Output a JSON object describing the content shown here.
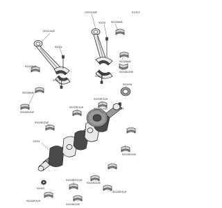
{
  "figure_id": "E1321",
  "labels": {
    "rod_left": "13251/A/B",
    "rod_right": "13251/A/B",
    "nut_left": "92001",
    "nut_right": "92001",
    "bolt_left": "92015",
    "bolt_right": "92015",
    "bearing_rl_top": "92028A/B",
    "bearing_rr_top1": "92028A/B",
    "bearing_rr_top2": "92028A/B",
    "bearing_rl_bottom": "92028A/B",
    "crank_b_left": "92028C/D/E",
    "crank_b_right": "92028C/D/E",
    "crank_b_mid": "92028F/G/H",
    "crank_b_top": "92028F/G/H",
    "crank_b_top2": "92028C/D/E",
    "seal": "92049A",
    "pin": "555",
    "crankshaft": "13031",
    "bolt_bottom": "92049",
    "bot_1": "92028C/D/E",
    "bot_2": "92028F/G/H",
    "bot_3": "92028E/F/G/H",
    "bot_4": "92028C/D/E",
    "bot_5": "92028C/D/E"
  }
}
